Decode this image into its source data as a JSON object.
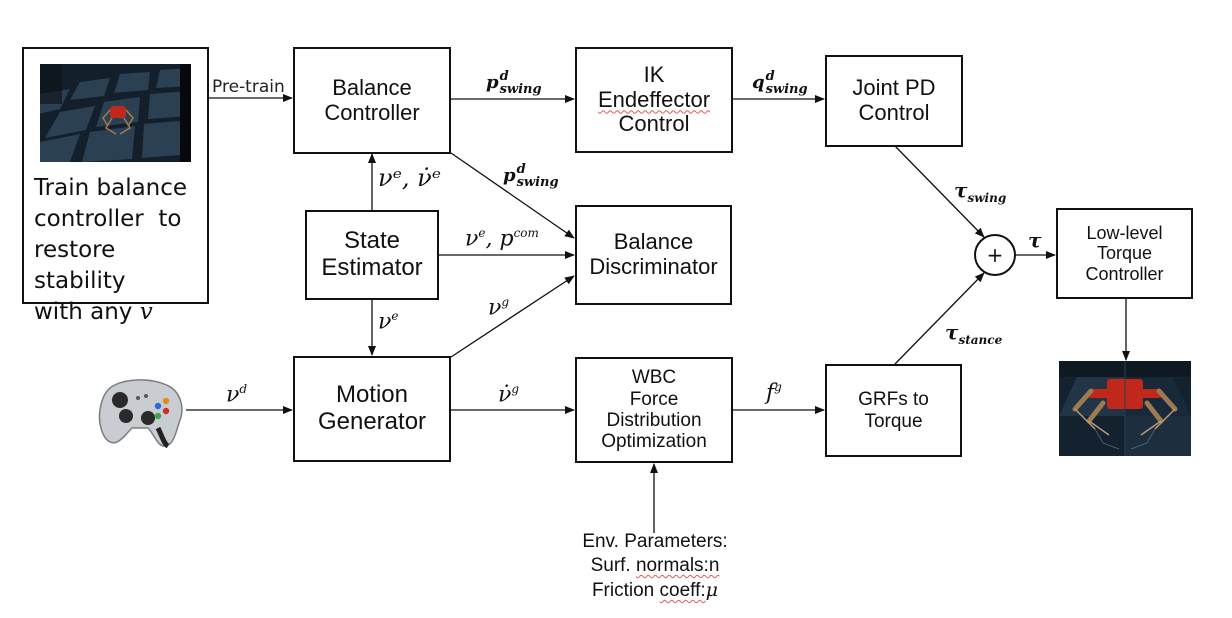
{
  "colors": {
    "stroke": "#111111",
    "background": "#ffffff",
    "spellcheck_underline": "#e05a5a",
    "robot_red": "#c0281c",
    "floor_dark": "#1b2a38"
  },
  "training_panel": {
    "image": "simulation-screenshot-balance-training",
    "caption_lines": [
      "Train balance",
      "controller  to",
      "restore stability",
      "with any "
    ],
    "caption_symbol": "v"
  },
  "blocks": {
    "balance_controller": [
      "Balance",
      "Controller"
    ],
    "ik_control": [
      "IK",
      "Endeffector",
      "Control"
    ],
    "joint_pd": [
      "Joint PD",
      "Control"
    ],
    "state_estimator": [
      "State",
      "Estimator"
    ],
    "balance_discriminator": [
      "Balance",
      "Discriminator"
    ],
    "motion_generator": [
      "Motion",
      "Generator"
    ],
    "wbc": [
      "WBC",
      "Force",
      "Distribution",
      "Optimization"
    ],
    "grfs_to_torque": [
      "GRFs to",
      "Torque"
    ],
    "low_level": [
      "Low-level",
      "Torque",
      "Controller"
    ],
    "sum_junction": "+"
  },
  "signals": {
    "pretrain": "Pre-train",
    "p_swing_top": {
      "base": "p",
      "sup": "d",
      "sub": "swing"
    },
    "q_swing": {
      "base": "q",
      "sup": "d",
      "sub": "swing"
    },
    "p_swing_diag": {
      "base": "p",
      "sup": "d",
      "sub": "swing"
    },
    "ve_vdot_e": "νᵉ, ν̇ᵉ",
    "ve_pcom": {
      "a": "ν",
      "a_sup": "e",
      "sep": ", ",
      "b": "p",
      "b_sup": "com"
    },
    "ve_down": {
      "base": "ν",
      "sup": "e"
    },
    "vg": {
      "base": "ν",
      "sup": "g"
    },
    "vd": {
      "base": "ν",
      "sup": "d"
    },
    "vdot_g": {
      "base": "ν̇",
      "sup": "g"
    },
    "fg": {
      "base": "f",
      "sup": "g"
    },
    "tau_swing": {
      "base": "τ",
      "sub": "swing"
    },
    "tau_stance": {
      "base": "τ",
      "sub": "stance"
    },
    "tau": "τ"
  },
  "env_params": {
    "lines": [
      "Env. Parameters:",
      "Surf. ",
      "Friction "
    ],
    "normals_word": "normals:n",
    "coeff_word": "coeff:",
    "mu": "μ"
  },
  "icons": {
    "gamepad": "gamepad-icon",
    "robot_output": "quadruped-robot-render"
  }
}
